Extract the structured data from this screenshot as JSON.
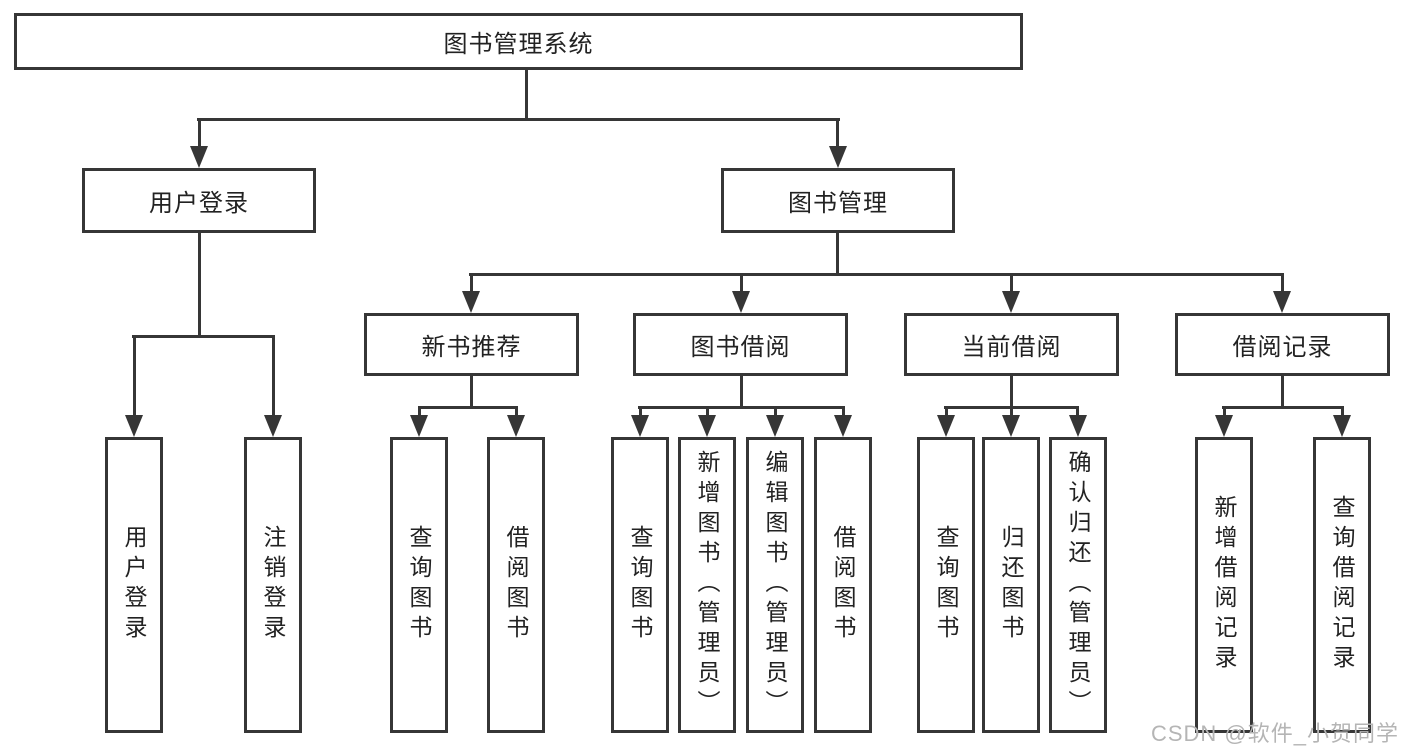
{
  "tree": {
    "label": "图书管理系统",
    "children": [
      {
        "label": "用户登录",
        "children": [
          {
            "label": "用户登录"
          },
          {
            "label": "注销登录"
          }
        ]
      },
      {
        "label": "图书管理",
        "children": [
          {
            "label": "新书推荐",
            "children": [
              {
                "label": "查询图书"
              },
              {
                "label": "借阅图书"
              }
            ]
          },
          {
            "label": "图书借阅",
            "children": [
              {
                "label": "查询图书"
              },
              {
                "label": "新增图书（管理员）"
              },
              {
                "label": "编辑图书（管理员）"
              },
              {
                "label": "借阅图书"
              }
            ]
          },
          {
            "label": "当前借阅",
            "children": [
              {
                "label": "查询图书"
              },
              {
                "label": "归还图书"
              },
              {
                "label": "确认归还（管理员）"
              }
            ]
          },
          {
            "label": "借阅记录",
            "children": [
              {
                "label": "新增借阅记录"
              },
              {
                "label": "查询借阅记录"
              }
            ]
          }
        ]
      }
    ]
  },
  "watermark": "CSDN @软件_小贺同学",
  "colors": {
    "ink": "#363636",
    "text": "#222222",
    "watermark": "#b5b5b5",
    "background": "#ffffff"
  }
}
